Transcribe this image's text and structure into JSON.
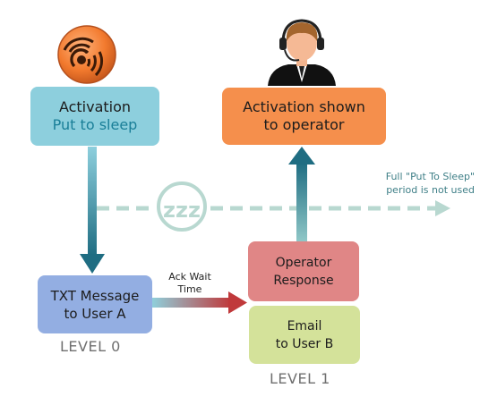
{
  "activation": {
    "title": "Activation",
    "subtitle": "Put to sleep"
  },
  "operator_box": {
    "line1": "Activation shown",
    "line2": "to operator"
  },
  "txt_box": {
    "line1": "TXT Message",
    "line2": "to User A"
  },
  "response_box": {
    "line1": "Operator",
    "line2": "Response"
  },
  "email_box": {
    "line1": "Email",
    "line2": "to User B"
  },
  "levels": {
    "level0": "LEVEL 0",
    "level1": "LEVEL 1"
  },
  "ack_label": {
    "line1": "Ack Wait",
    "line2": "Time"
  },
  "sleep_note": {
    "line1": "Full \"Put To Sleep\"",
    "line2": "period is not used"
  },
  "sleep_icon_text": "zzz",
  "icons": [
    "signal-waves-icon",
    "operator-headset-icon",
    "sleep-zzz-icon"
  ],
  "colors": {
    "activation": "#8dcfdd",
    "operator": "#f58f4c",
    "txt_message": "#93aee2",
    "operator_response": "#e08686",
    "email": "#d4e29a",
    "dashed_line": "#b8d8d0",
    "arrow_dark": "#1f6d82",
    "arrow_red": "#c0393b"
  }
}
